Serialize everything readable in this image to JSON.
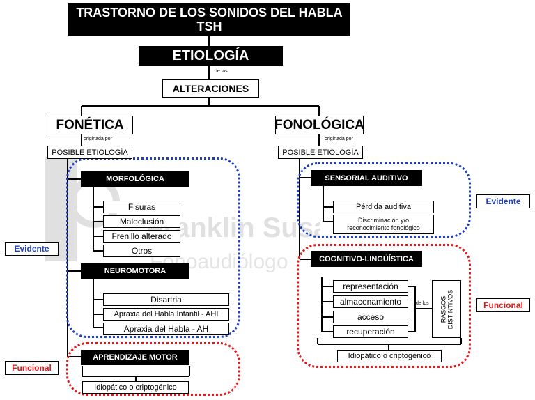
{
  "title": {
    "line1": "TRASTORNO DE LOS SONIDOS DEL HABLA",
    "line2": "TSH"
  },
  "etiologia": "ETIOLOGÍA",
  "de_las": "de las",
  "alteraciones": "ALTERACIONES",
  "fonetica": {
    "title": "FONÉTICA",
    "originada": "originada por",
    "posible": "POSIBLE ETIOLOGÍA",
    "morfologica": {
      "title": "MORFOLÓGICA",
      "items": [
        "Fisuras",
        "Maloclusión",
        "Frenillo alterado",
        "Otros"
      ]
    },
    "neuromotora": {
      "title": "NEUROMOTORA",
      "items": [
        "Disartria",
        "Apraxia del Habla Infantil - AHI",
        "Apraxia del Habla - AH"
      ]
    },
    "aprendizaje": {
      "title": "APRENDIZAJE MOTOR",
      "idiopatico": "Idiopático o criptogénico"
    }
  },
  "fonologica": {
    "title": "FONOLÓGICA",
    "originada": "originada por",
    "posible": "POSIBLE ETIOLOGÍA",
    "sensorial": {
      "title": "SENSORIAL AUDITIVO",
      "items": [
        "Pérdida auditiva",
        "Discriminación y/o reconocimiento fonológico"
      ]
    },
    "cognitivo": {
      "title": "COGNITIVO-LINGÜÍSTICA",
      "items": [
        "representación",
        "almacenamiento",
        "acceso",
        "recuperación"
      ],
      "de_los": "de los",
      "rasgos": "RASGOS DISTINTIVOS",
      "idiopatico": "Idiopático o criptogénico"
    }
  },
  "labels": {
    "evidente": "Evidente",
    "funcional": "Funcional"
  },
  "watermark": {
    "line1": "Franklin Susanibar",
    "line2": "Fonoaudiólogo"
  },
  "colors": {
    "blue": "#1f3fc1",
    "red": "#e01a1a",
    "black": "#000000"
  }
}
